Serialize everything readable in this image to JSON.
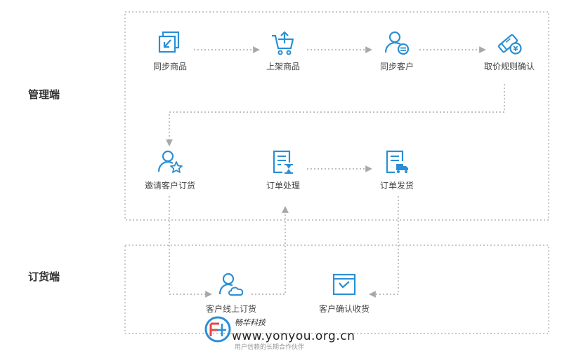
{
  "sections": {
    "management": "管理端",
    "ordering": "订货端"
  },
  "steps": {
    "sync_products": "同步商品",
    "list_products": "上架商品",
    "sync_customers": "同步客户",
    "price_rule_confirm": "取价规则确认",
    "invite_customer_order": "邀请客户订货",
    "order_processing": "订单处理",
    "order_shipping": "订单发货",
    "customer_online_order": "客户线上订货",
    "customer_confirm_receipt": "客户确认收货"
  },
  "watermark": {
    "brand": "畅华科技",
    "url": "www.yonyou.org.cn",
    "slogan": "用户信赖的长期合作伙伴"
  },
  "colors": {
    "icon_blue": "#2a8fd4",
    "dotted_gray": "#b5b5b5",
    "arrow_gray": "#a8a8a8"
  }
}
